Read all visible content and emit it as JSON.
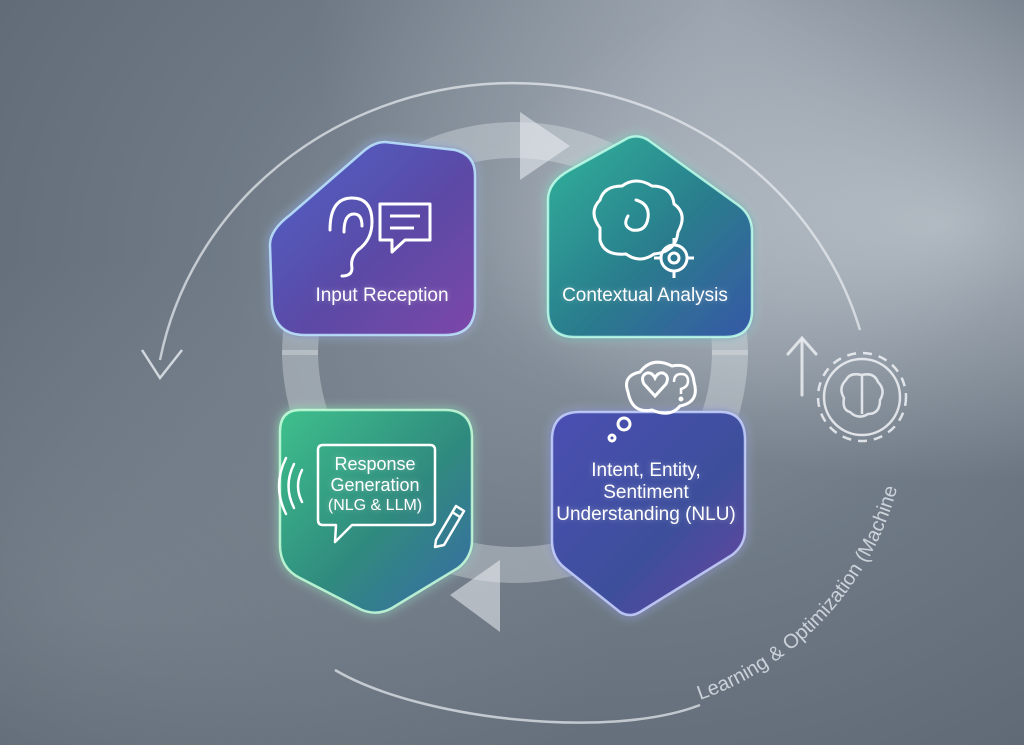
{
  "stages": {
    "input_reception": "Input Reception",
    "contextual_analysis": "Contextual Analysis",
    "intent_understanding": "Intent, Entity, Sentiment Understanding (NLU)",
    "response_generation": "Response Generation",
    "response_generation_sub": "(NLG & LLM)"
  },
  "outer_loop_label": "Learning & Optimization (Machine",
  "colors": {
    "background": "#6f7a86",
    "card_purple": "#6a4fb8",
    "card_teal": "#2f8f8a",
    "card_blue": "#3c6fb5",
    "card_green": "#3fb08a"
  }
}
